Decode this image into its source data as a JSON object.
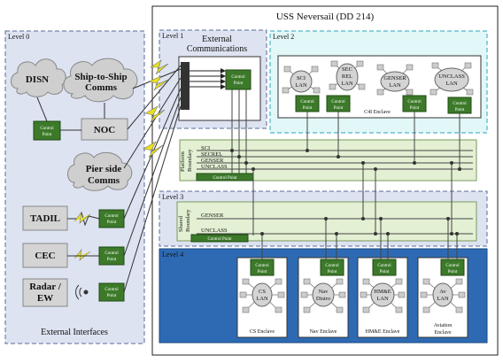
{
  "ship_title": "USS Neversail (DD 214)",
  "levels": {
    "level0": "Level 0",
    "level1": "Level 1",
    "level2": "Level 2",
    "level3": "Level 3",
    "level4": "Level 4"
  },
  "external": {
    "disn": "DISN",
    "ship_to_ship": [
      "Ship-to-Ship",
      "Comms"
    ],
    "noc": "NOC",
    "pier_side": [
      "Pier side",
      "Comms"
    ],
    "tadil": "TADIL",
    "cec": "CEC",
    "radar": [
      "Radar /",
      "EW"
    ],
    "footer": "External Interfaces"
  },
  "control_point": [
    "Control",
    "Point"
  ],
  "external_comms": [
    "External",
    "Communications"
  ],
  "c4i_enclave": "C4I Enclave",
  "lans_level2": [
    [
      "SCI",
      "LAN"
    ],
    [
      "SEC",
      "REL",
      "LAN"
    ],
    [
      "GENSER",
      "LAN"
    ],
    [
      "UNCLASS",
      "LAN"
    ]
  ],
  "platform_boundary": [
    "Platform",
    "Boundary"
  ],
  "platform_buses": [
    "SCI",
    "SECREL",
    "GENSER",
    "UNCLASS"
  ],
  "shared_boundary": [
    "Shared",
    "Boundary"
  ],
  "shared_buses": [
    "GENSER",
    "UNCLASS"
  ],
  "control_point_line": "Control Point",
  "enclaves_level4": [
    {
      "lan": [
        "CS",
        "LAN"
      ],
      "label": [
        "CS Enclave"
      ]
    },
    {
      "lan": [
        "Nav",
        "Distro"
      ],
      "label": [
        "Nav Enclave"
      ]
    },
    {
      "lan": [
        "HM&E",
        "LAN"
      ],
      "label": [
        "HM&E Enclave"
      ]
    },
    {
      "lan": [
        "Av",
        "LAN"
      ],
      "label": [
        "Aviation",
        "Enclave"
      ]
    }
  ]
}
